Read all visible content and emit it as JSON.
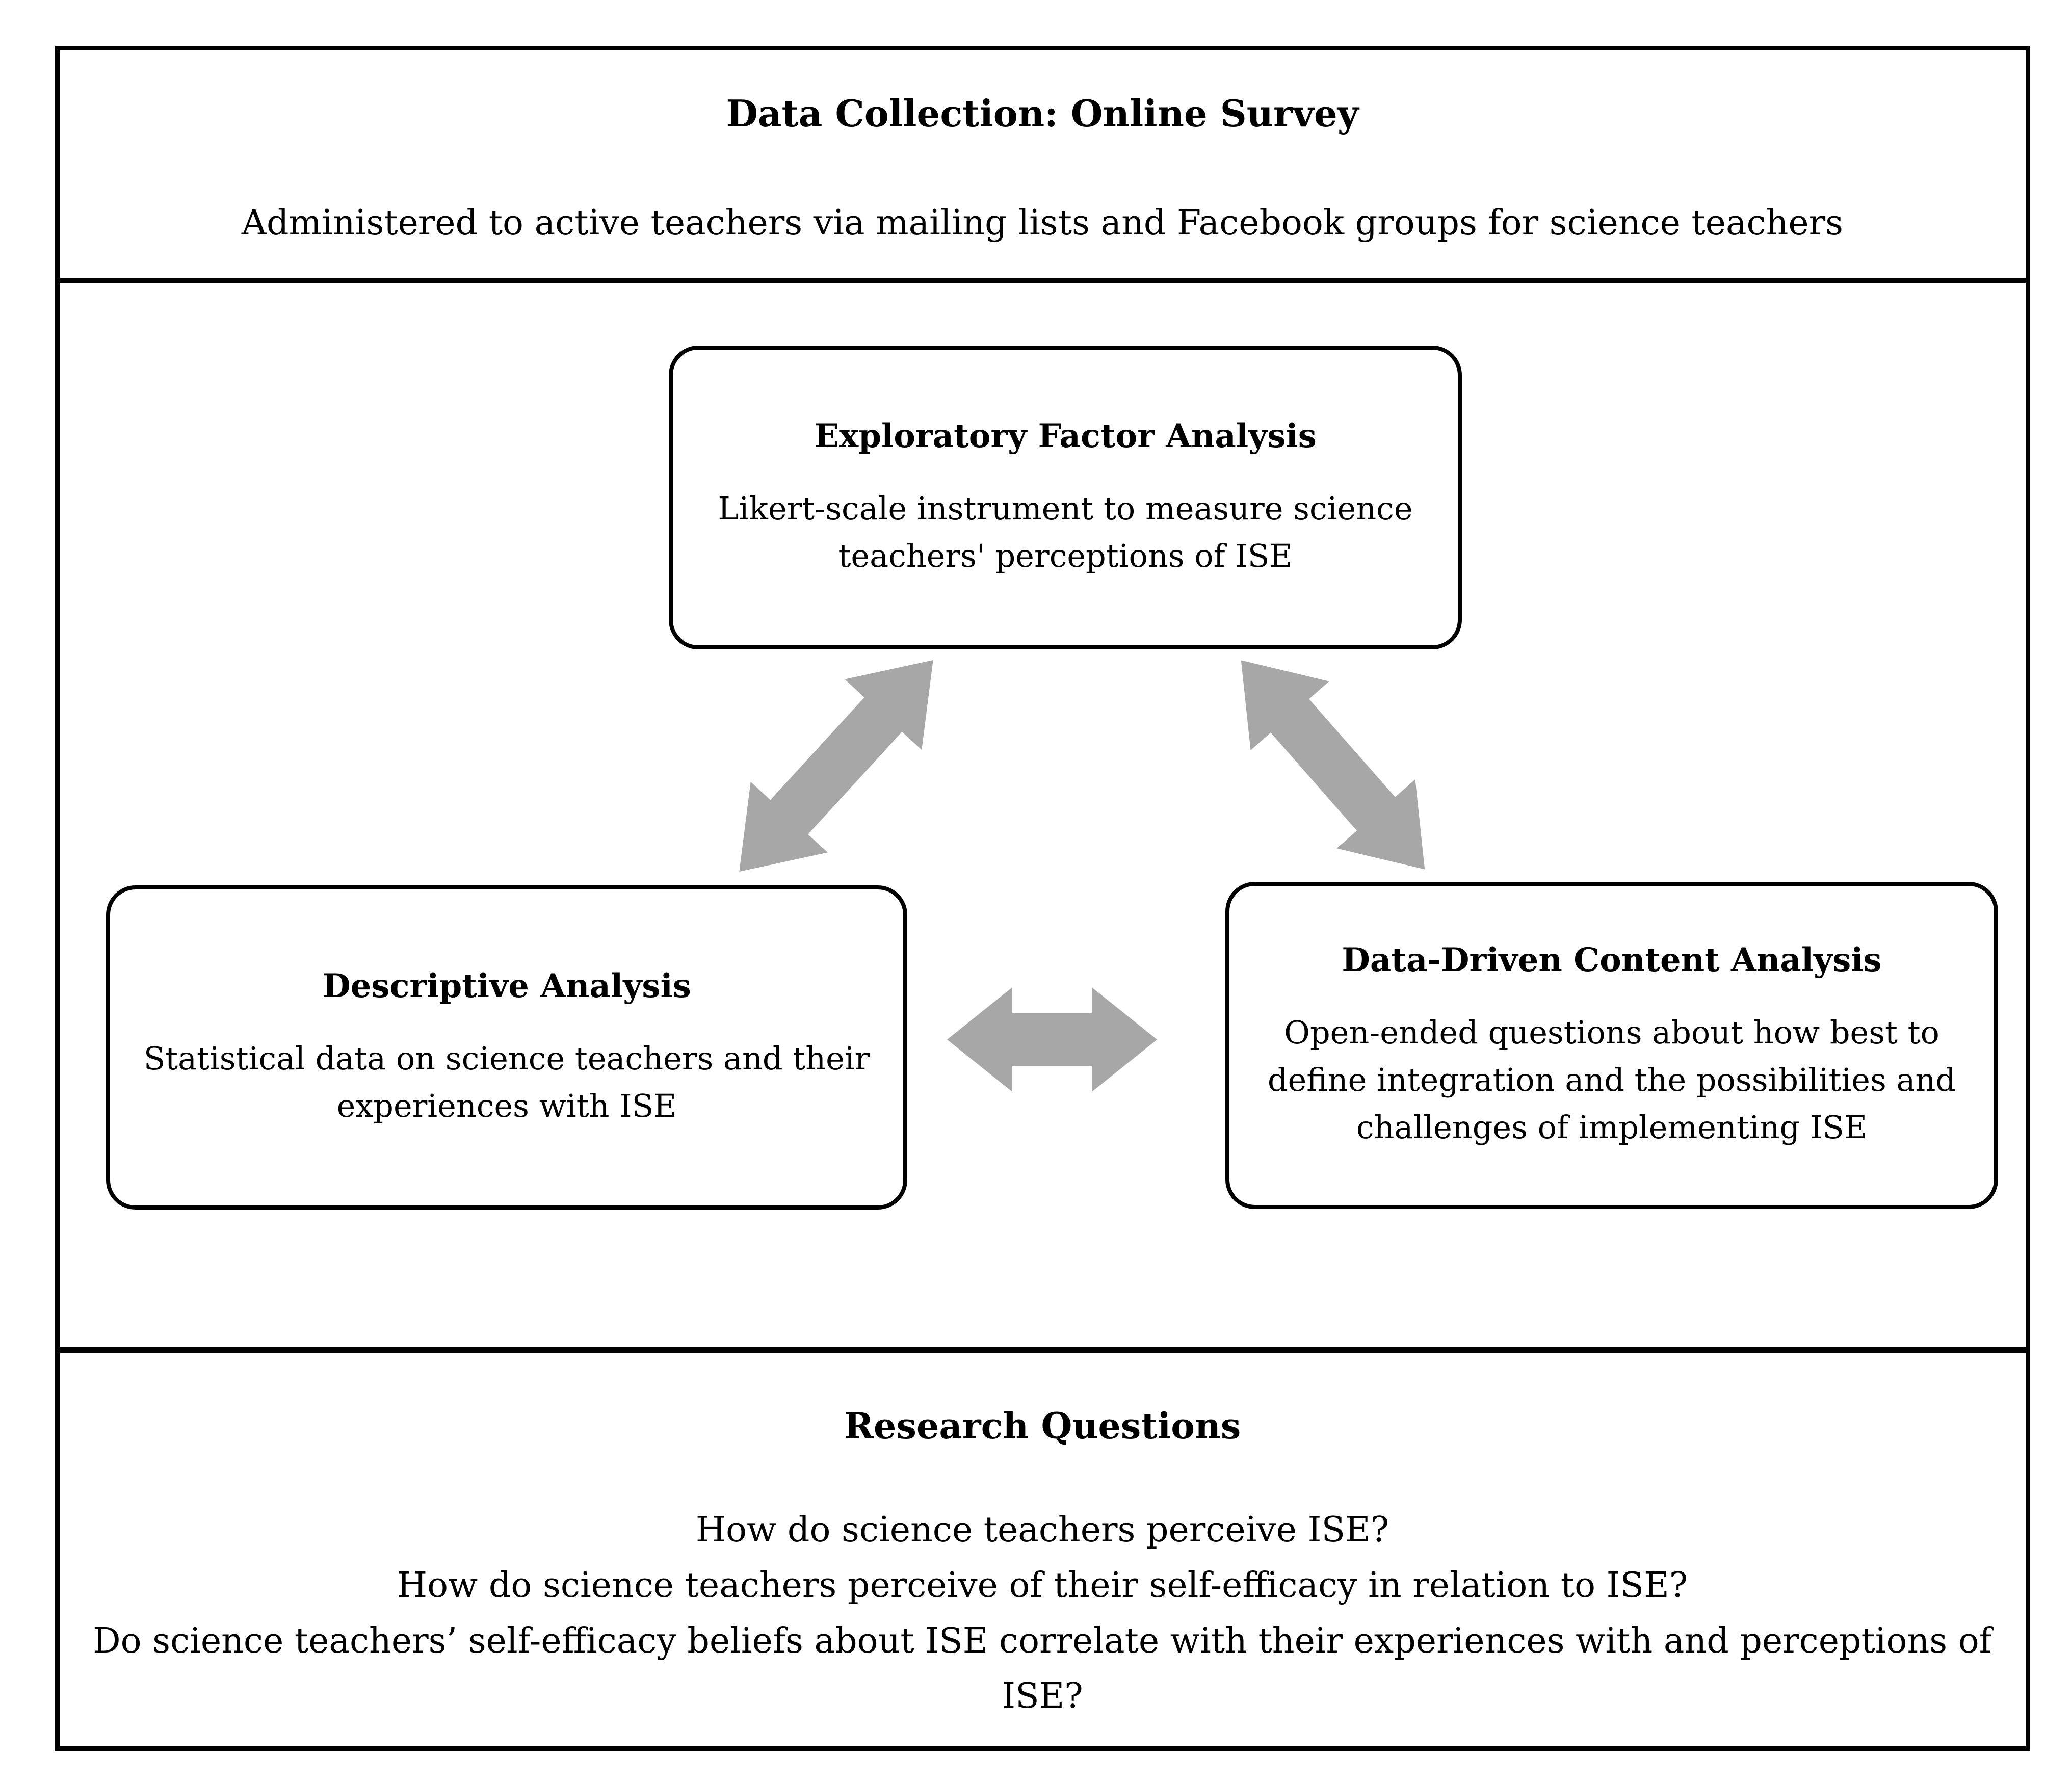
{
  "colors": {
    "background": "#ffffff",
    "border": "#000000",
    "text": "#000000",
    "arrow": "#a7a7a7"
  },
  "header": {
    "title": "Data Collection: Online Survey",
    "subtitle": "Administered to active teachers via mailing lists and Facebook groups for science teachers"
  },
  "boxes": {
    "efa": {
      "title": "Exploratory Factor Analysis",
      "body": "Likert-scale instrument to measure science teachers' perceptions of ISE"
    },
    "descriptive": {
      "title": "Descriptive Analysis",
      "body": "Statistical data on science teachers and their experiences with ISE"
    },
    "content": {
      "title": "Data-Driven Content Analysis",
      "body": "Open-ended questions about how best to define integration and the possibilities and challenges of implementing ISE"
    }
  },
  "arrows": {
    "left": "double-arrow-between-efa-and-descriptive",
    "right": "double-arrow-between-efa-and-content",
    "horizontal": "double-arrow-between-descriptive-and-content"
  },
  "research": {
    "title": "Research Questions",
    "questions": [
      "How do science teachers perceive ISE?",
      "How do science teachers perceive of their self-efficacy in relation to ISE?",
      "Do science teachers’ self-efficacy beliefs about ISE correlate with their experiences with and perceptions of ISE?"
    ]
  }
}
